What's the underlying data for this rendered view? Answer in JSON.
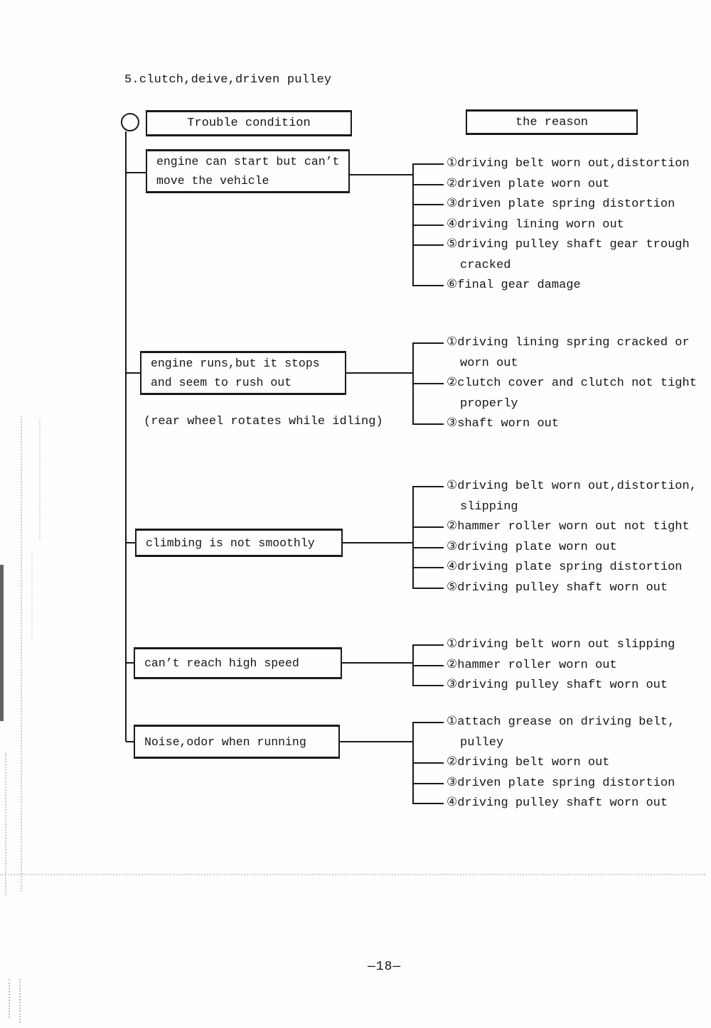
{
  "page": {
    "title": "5.clutch,deive,driven pulley",
    "page_number": "—18—"
  },
  "headers": {
    "condition": "Trouble condition",
    "reason": "the reason"
  },
  "groups": [
    {
      "condition_lines": [
        "engine can start but can’t",
        "move the vehicle"
      ],
      "reasons": [
        {
          "lines": [
            "①driving belt worn out,distortion"
          ]
        },
        {
          "lines": [
            "②driven plate worn out"
          ]
        },
        {
          "lines": [
            "③driven plate spring distortion"
          ]
        },
        {
          "lines": [
            "④driving lining worn out"
          ]
        },
        {
          "lines": [
            "⑤driving pulley shaft gear trough",
            "cracked"
          ]
        },
        {
          "lines": [
            "⑥final gear damage"
          ]
        }
      ]
    },
    {
      "condition_lines": [
        "engine runs,but it stops",
        "and seem to rush out"
      ],
      "note": "(rear wheel rotates while idling)",
      "reasons": [
        {
          "lines": [
            "①driving lining spring cracked or",
            "worn out"
          ]
        },
        {
          "lines": [
            "②clutch cover and clutch not tight",
            "properly"
          ]
        },
        {
          "lines": [
            "③shaft worn out"
          ]
        }
      ]
    },
    {
      "condition_lines": [
        "climbing is not smoothly"
      ],
      "reasons": [
        {
          "lines": [
            "①driving belt worn out,distortion,",
            "slipping"
          ]
        },
        {
          "lines": [
            "②hammer roller worn out not tight"
          ]
        },
        {
          "lines": [
            "③driving plate worn out"
          ]
        },
        {
          "lines": [
            "④driving plate spring distortion"
          ]
        },
        {
          "lines": [
            "⑤driving pulley shaft worn out"
          ]
        }
      ]
    },
    {
      "condition_lines": [
        "can’t reach high speed"
      ],
      "reasons": [
        {
          "lines": [
            "①driving belt worn out slipping"
          ]
        },
        {
          "lines": [
            "②hammer roller worn out"
          ]
        },
        {
          "lines": [
            "③driving pulley shaft worn out"
          ]
        }
      ]
    },
    {
      "condition_lines": [
        "Noise,odor when running"
      ],
      "reasons": [
        {
          "lines": [
            "①attach grease on driving belt,",
            "pulley"
          ]
        },
        {
          "lines": [
            "②driving belt worn out"
          ]
        },
        {
          "lines": [
            "③driven plate spring distortion"
          ]
        },
        {
          "lines": [
            "④driving pulley shaft worn out"
          ]
        }
      ]
    }
  ]
}
